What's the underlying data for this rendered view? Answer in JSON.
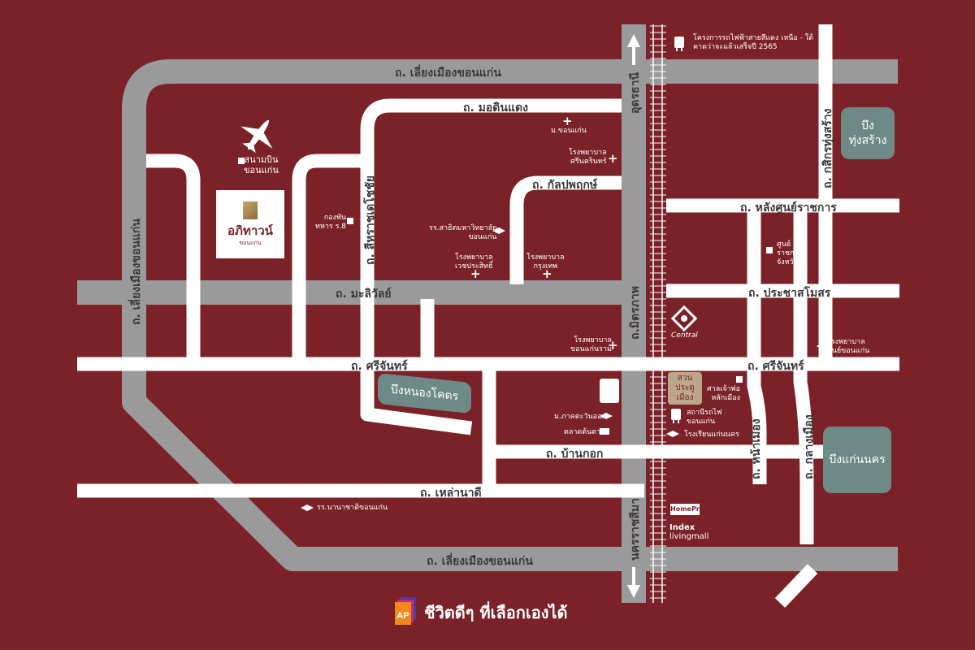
{
  "title": "Location map",
  "roads": {
    "lieng_mueang_top": "ถ. เลี่ยงเมืองขอนแก่น",
    "lieng_mueang_bottom": "ถ. เลี่ยงเมืองขอนแก่น",
    "lieng_mueang_left": "ถ. เลี่ยงเมืองขอนแก่น",
    "mittraphap": "ถ.มิตรภาพ",
    "udon_thani": "อุดรธานี",
    "nakhon_ratchasima": "นครราชสีมา",
    "maliwan": "ถ. มะลิวัลย์",
    "sri_chan_left": "ถ. ศรีจันทร์",
    "sri_chan_right": "ถ. ศรีจันทร์",
    "mittaphap_kkk": "ถ. มอดินแดง",
    "kanlapaphruek": "ถ. กัลปพฤกษ์",
    "sriharat": "ถ. สีหราชเดโชชัย",
    "ban_kok": "ถ. บ้านกอก",
    "lao_na_di": "ถ. เหล่านาดี",
    "lang_sun_ratchakan": "ถ. หลังศูนย์ราชการ",
    "prachasamosorn": "ถ. ประชาสโมสร",
    "kasikorn_thung_sang": "ถ. กสิกรทุ่งสร้าง",
    "na_mueang": "ถ. หน้าเมือง",
    "klang_mueang": "ถ. กลางเมือง"
  },
  "lakes": {
    "nong_khot": "บึงหนองโคตร",
    "thung_sang": [
      "บึง",
      "ทุ่งสร้าง"
    ],
    "kaen_nakhon": "บึงแก่นนคร",
    "pratu_mueang": [
      "สวน",
      "ประตู",
      "เมือง"
    ]
  },
  "poi": {
    "airport": [
      "สนามบิน",
      "ขอนแก่น"
    ],
    "army": [
      "กองพัน",
      "ทหาร ร.8"
    ],
    "kku": "ม.ขอนแก่น",
    "srinagarind": [
      "โรงพยาบาล",
      "ศรีนครินทร์"
    ],
    "stamford": [
      "รร.สาธิตมหาวิทยาลัย",
      "ขอนแก่น"
    ],
    "wetchapasit": [
      "โรงพยาบาล",
      "เวชประสิทธิ์"
    ],
    "bangkok_hosp": [
      "โรงพยาบาล",
      "กรุงเทพ"
    ],
    "khonkaen_ram": [
      "โรงพยาบาล",
      "ขอนแก่นราม"
    ],
    "city_center": [
      "ศูนย์",
      "ราชการ",
      "จังหวัด"
    ],
    "khonkaen_hosp": [
      "โรงพยาบาล",
      "ศูนย์ขอนแก่น"
    ],
    "shrine": [
      "ศาลเจ้าพ่อ",
      "หลักเมือง"
    ],
    "train_station": [
      "สถานีรถไฟ",
      "ขอนแก่น"
    ],
    "kaen_nakhon_school": "โรงเรียนแก่นนคร",
    "northeastern_univ": "ม.ภาคตะวันออก",
    "ton_tan": "ตลาดต้นตาล",
    "international_school": "รร.นานาชาติขอนแก่น",
    "rail_project": [
      "โครงการรถไฟฟ้าสายสีแดง เหนือ - ใต้",
      "คาดว่าจะแล้วเสร็จปี 2565"
    ],
    "central": "Central",
    "homepro": "HomePro",
    "index_living": [
      "Index",
      "livingmall"
    ]
  },
  "project": {
    "name": "อภิทาวน์",
    "sub": "ขอนแก่น"
  },
  "brand": {
    "logo_text": "AP",
    "tagline": "ชีวิตดีๆ ที่เลือกเองได้"
  },
  "colors": {
    "background": "#7b2228",
    "road_major": "#9a9a9a",
    "road_minor": "#ffffff",
    "lake": "#6e8a86"
  }
}
